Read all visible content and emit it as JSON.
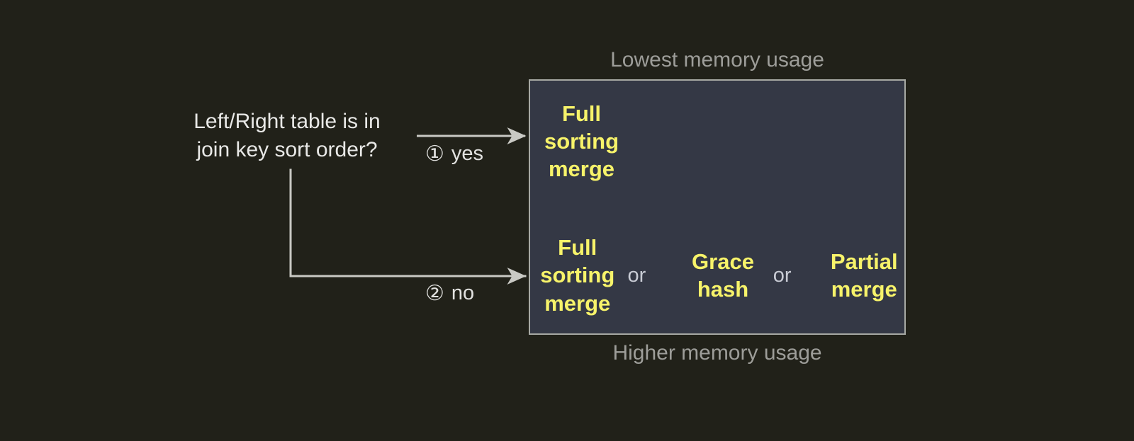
{
  "diagram": {
    "question": "Left/Right table is in\njoin key sort order?",
    "branches": [
      {
        "marker": "①",
        "label": "yes",
        "name": "yes"
      },
      {
        "marker": "②",
        "label": "no",
        "name": "no"
      }
    ],
    "panel": {
      "caption_top": "Lowest memory usage",
      "caption_bottom": "Higher memory usage",
      "rows": [
        {
          "name": "sorted-branch-options",
          "options": [
            "Full\nsorting\nmerge"
          ],
          "separators": []
        },
        {
          "name": "unsorted-branch-options",
          "options": [
            "Full\nsorting\nmerge",
            "Grace\nhash",
            "Partial\nmerge"
          ],
          "separators": [
            "or",
            "or"
          ]
        }
      ]
    },
    "colors": {
      "background": "#212119",
      "panel_fill": "#343845",
      "panel_border": "#a7a9a4",
      "option_text": "#f7f36a",
      "body_text": "#e8e8e6",
      "caption_text": "#9d9d99",
      "separator_text": "#c8cbd4",
      "connector": "#c9c9c4"
    }
  }
}
